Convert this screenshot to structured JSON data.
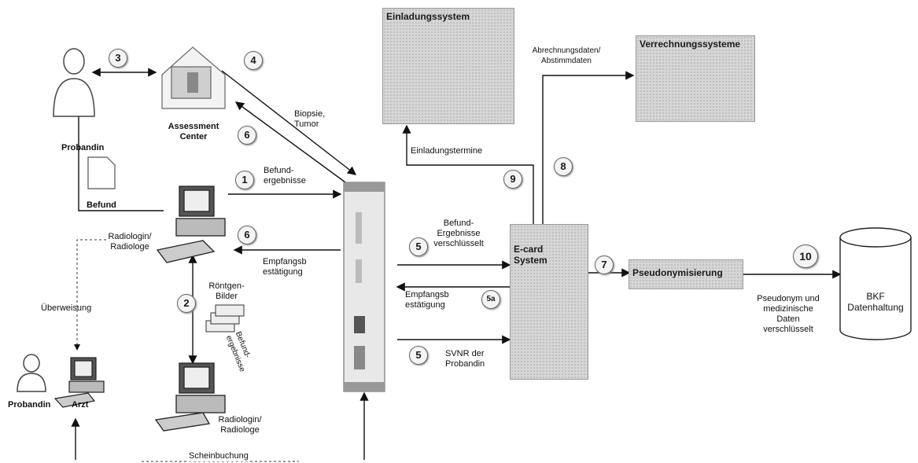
{
  "boxes": {
    "einladung": "Einladungssystem",
    "verrechnung": "Verrechnungssysteme",
    "ecard": "E-card\nSystem",
    "pseudo": "Pseudonymisierung",
    "bkf": "BKF\nDatenhaltung"
  },
  "actors": {
    "probandin_top": "Probandin",
    "assessment": "Assessment\nCenter",
    "radiologin_top": "Radiologin/\nRadiologe",
    "radiologin_bottom": "Radiologin/\nRadiologe",
    "probandin_bottom": "Probandin",
    "arzt": "Arzt"
  },
  "labels": {
    "befund": "Befund",
    "befund_ergebnisse_1": "Befund-\nergebnisse",
    "biopsie": "Biopsie,\nTumor",
    "empfangsb_1": "Empfangsb\nestätigung",
    "roentgen": "Röntgen-\nBilder",
    "befund_ergebnisse_doc": "Befund-\nergebnisse",
    "ueberweisung": "Überweisung",
    "scheinbuchung": "Scheinbuchung",
    "einladungstermine": "Einladungstermine",
    "abrechnung": "Abrechnungsdaten/\nAbstimmdaten",
    "befund_verschluesselt": "Befund-\nErgebnisse\nverschlüsselt",
    "empfangsb_2": "Empfangsb\nestätigung",
    "svnr": "SVNR der\nProbandin",
    "pseudonym": "Pseudonym und\nmedizinische\nDaten\nverschlüsselt"
  },
  "steps": {
    "s3": "3",
    "s4": "4",
    "s6a": "6",
    "s1": "1",
    "s6b": "6",
    "s2": "2",
    "s5a": "5",
    "s5b": "5",
    "s5c": "5a",
    "s9": "9",
    "s8": "8",
    "s7": "7",
    "s10": "10"
  }
}
